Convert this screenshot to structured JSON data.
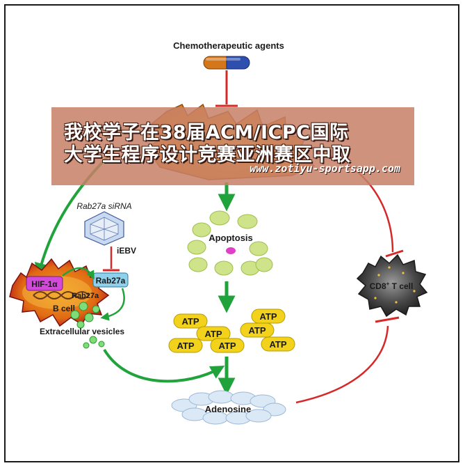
{
  "diagram": {
    "chemo_label": "Chemotherapeutic agents",
    "apoptosis_label": "Apoptosis",
    "rab27a_sirna_label": "Rab27a siRNA",
    "iebv_label": "iEBV",
    "hif_label": "HIF-1α",
    "rab27a_gene_label": "Rab27a",
    "rab27a_protein_label": "Rab27a",
    "b_cell_label": "B cell",
    "ev_label": "Extracellular vesicles",
    "cd8_label_prefix": "CD8",
    "cd8_label_sup": "+",
    "cd8_label_suffix": " T cell",
    "atp_label": "ATP",
    "adenosine_label": "Adenosine"
  },
  "banner": {
    "line1": "我校学子在38届ACM/ICPC国际",
    "line2": "大学生程序设计竞赛亚洲赛区中取",
    "url": "www.zotiyu-sportsapp.com"
  },
  "colors": {
    "inhibit_red": "#d62828",
    "activate_green": "#1fa33a",
    "atp_yellow": "#f2d21b",
    "apoptosis_green": "#cfe38a",
    "b_cell_red": "#c8261b",
    "t_cell_dark": "#3b3b3b",
    "capsule_orange": "#d4761a",
    "capsule_blue": "#2f4fb0"
  }
}
